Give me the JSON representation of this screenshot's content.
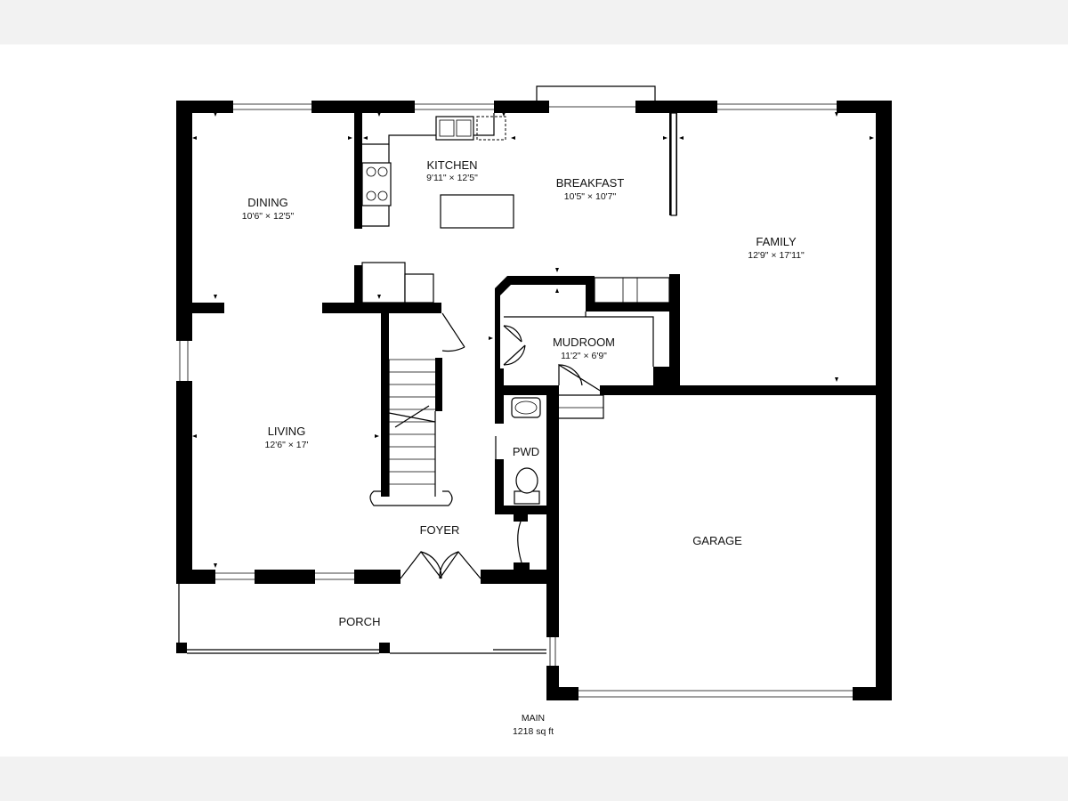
{
  "plan": {
    "floor_name": "MAIN",
    "area": "1218 sq ft"
  },
  "rooms": {
    "kitchen": {
      "name": "KITCHEN",
      "dims": "9'11\" × 12'5\""
    },
    "breakfast": {
      "name": "BREAKFAST",
      "dims": "10'5\" × 10'7\""
    },
    "dining": {
      "name": "DINING",
      "dims": "10'6\" × 12'5\""
    },
    "family": {
      "name": "FAMILY",
      "dims": "12'9\" × 17'11\""
    },
    "mudroom": {
      "name": "MUDROOM",
      "dims": "11'2\" × 6'9\""
    },
    "living": {
      "name": "LIVING",
      "dims": "12'6\" × 17'"
    },
    "pwd": {
      "name": "PWD"
    },
    "foyer": {
      "name": "FOYER"
    },
    "garage": {
      "name": "GARAGE"
    },
    "porch": {
      "name": "PORCH"
    }
  }
}
